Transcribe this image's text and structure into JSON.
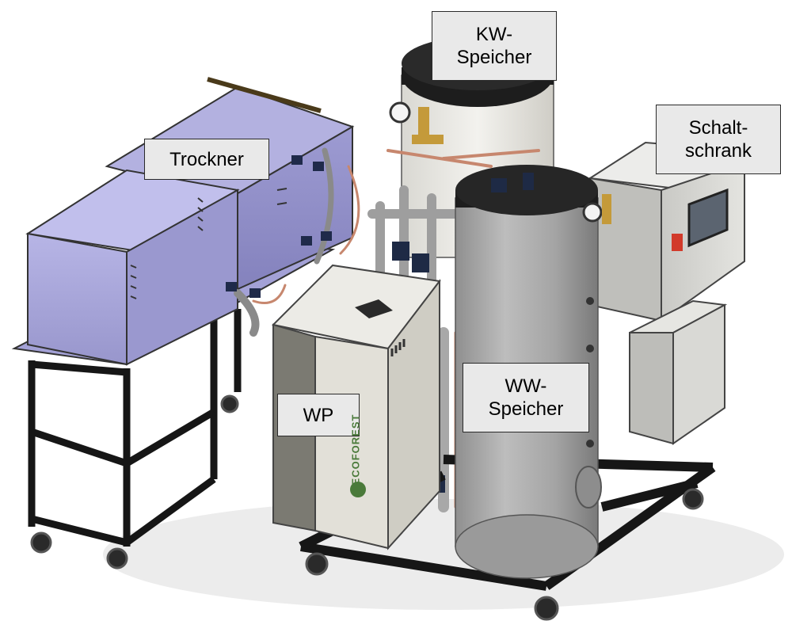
{
  "labels": {
    "kw_speicher": "KW-\nSpeicher",
    "trockner": "Trockner",
    "schaltschrank": "Schalt-\nschrank",
    "wp": "WP",
    "ww_speicher": "WW-\nSpeicher"
  },
  "brand": "ECOFOREST",
  "colors": {
    "dryer_body": "#a9a7d8",
    "tank_top": "#1d1d1d",
    "kw_tank_body": "#ecebe6",
    "ww_tank_body": "#a9a9a9",
    "cabinet": "#d6d6d2",
    "frame": "#1a1a1a",
    "heat_pump_light": "#e2e0d8",
    "heat_pump_dark": "#7b7a72",
    "brand_green": "#4a7a3a"
  }
}
